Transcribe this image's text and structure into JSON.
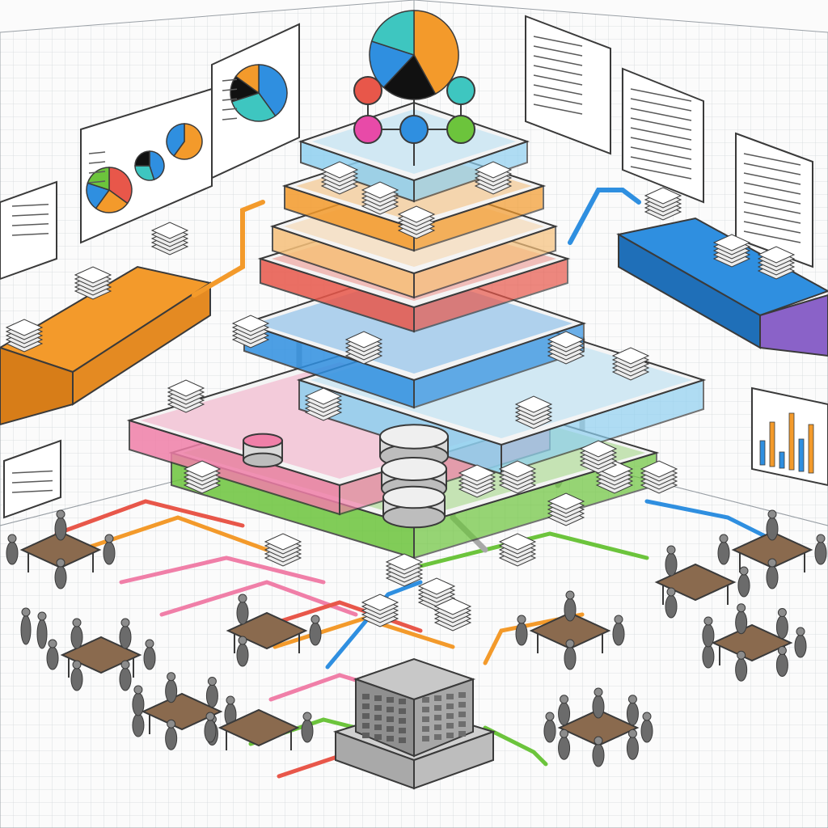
{
  "palette": {
    "background": "#fbfbfb",
    "grid": "#d4d8dc",
    "outline": "#3a3a3a",
    "orange": "#f39a2b",
    "red": "#e8574a",
    "pink": "#f07fa8",
    "blue": "#2f8fe0",
    "lightblue": "#8fd0f0",
    "green": "#6cc43c",
    "purple": "#8a62c8",
    "gray": "#c8c8c8",
    "paper": "#ffffff",
    "wood": "#8a6a4e",
    "people": "#6b6b6b"
  },
  "icons": {
    "pie": "pie-chart-icon",
    "node": "node-icon",
    "document": "document-icon",
    "paper_stack": "paper-stack-icon",
    "pipe": "pipe-icon",
    "server_cylinder": "server-cylinder-icon",
    "building": "building-icon",
    "meeting_table": "meeting-table-icon",
    "person": "person-icon"
  },
  "top_pie_fractions": [
    0.42,
    0.2,
    0.18,
    0.2
  ],
  "wall_pie_fractions": [
    [
      0.35,
      0.25,
      0.2,
      0.2
    ],
    [
      0.45,
      0.3,
      0.25
    ],
    [
      0.6,
      0.4
    ],
    [
      0.4,
      0.3,
      0.15,
      0.15
    ]
  ]
}
